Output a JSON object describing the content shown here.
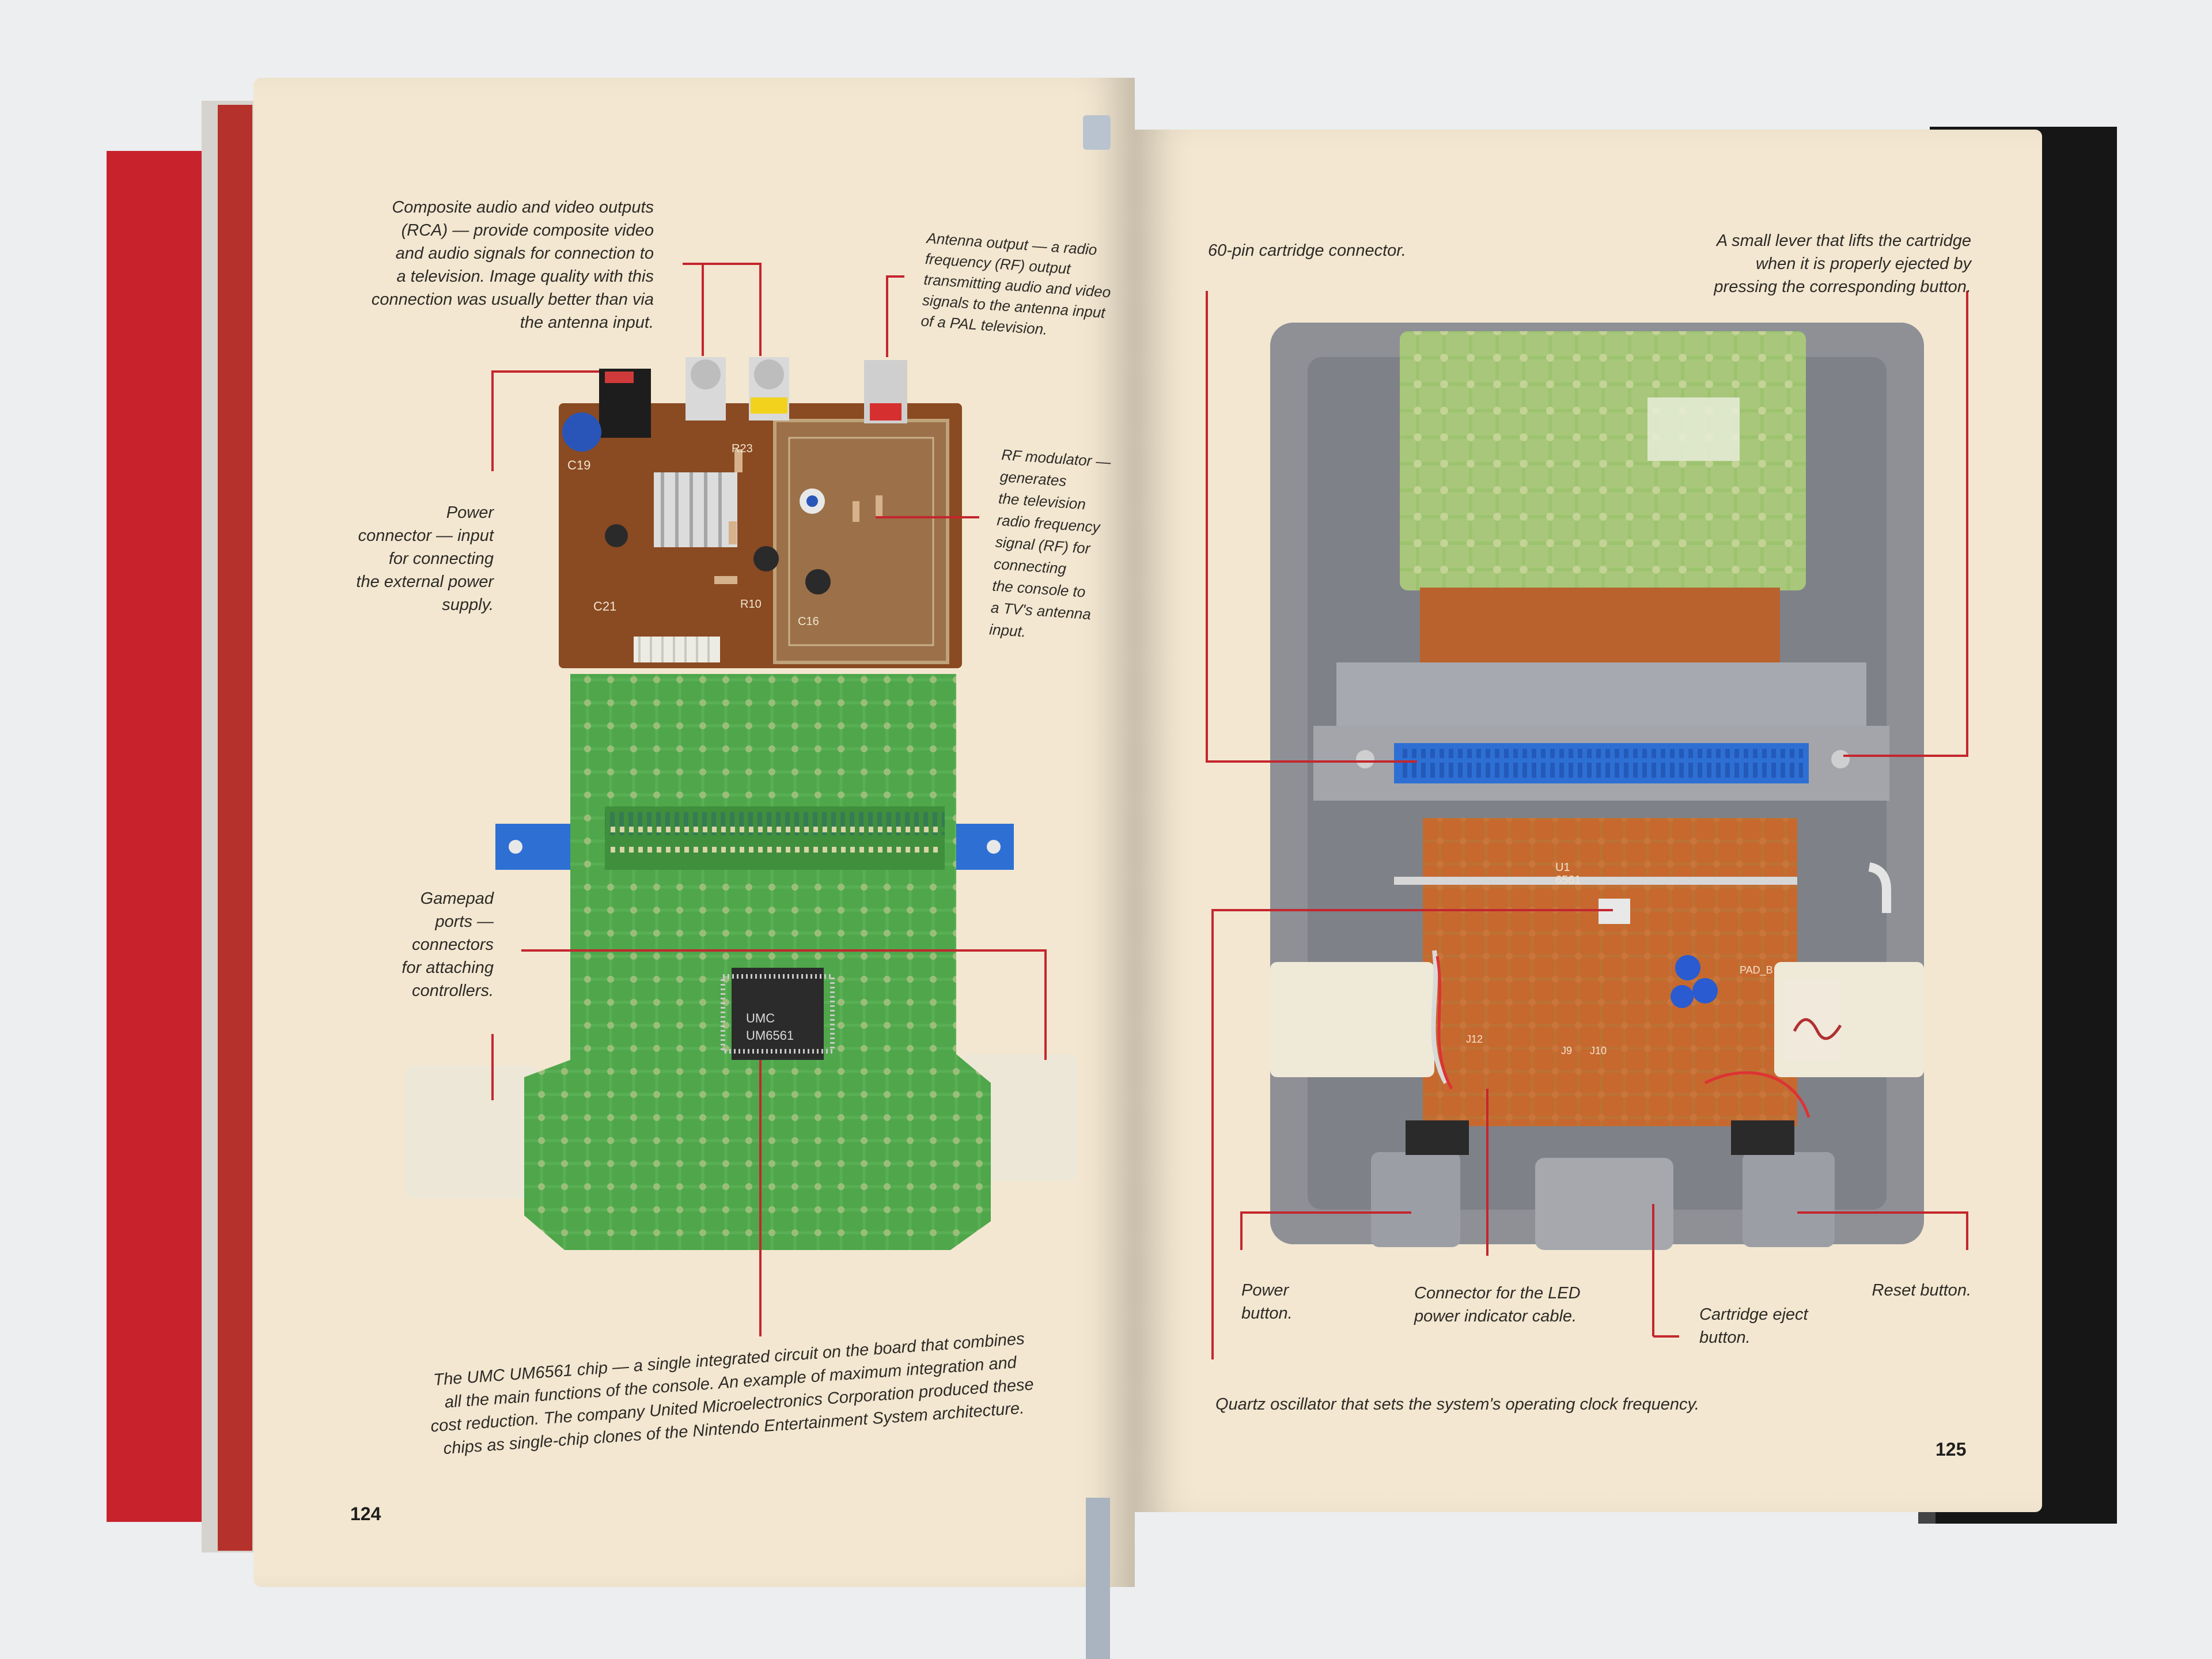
{
  "left_page": {
    "page_number": "124",
    "labels": {
      "composite": "Composite audio and video outputs\n(RCA) — provide composite video\nand audio signals for connection to\na television. Image quality with this\nconnection was usually better than via\nthe antenna input.",
      "antenna": "Antenna output — a radio\nfrequency (RF) output\ntransmitting audio and video\nsignals to the antenna input\nof a PAL television.",
      "rf_modulator": "RF modulator —\ngenerates\nthe television\nradio frequency\nsignal (RF) for\nconnecting\nthe console to\na TV's antenna\ninput.",
      "power_connector": "Power\nconnector — input\nfor connecting\nthe external power\nsupply.",
      "gamepad": "Gamepad\nports —\nconnectors\nfor attaching\ncontrollers.",
      "chip": "The UMC UM6561 chip — a single integrated circuit on the board that combines\nall the main functions of the console. An example of maximum integration and\ncost reduction. The company United Microelectronics Corporation produced these\nchips as single-chip clones of the Nintendo Entertainment System architecture."
    },
    "board_markings": [
      "C19",
      "C16",
      "C21",
      "R23",
      "R10",
      "UMC",
      "UM6561"
    ]
  },
  "right_page": {
    "page_number": "125",
    "labels": {
      "cartridge_connector": "60-pin cartridge connector.",
      "lever": "A small lever that lifts the cartridge\nwhen it is properly ejected by\npressing the corresponding button.",
      "power_button": "Power\nbutton.",
      "led_connector": "Connector for the LED\npower indicator cable.",
      "eject_button": "Cartridge eject\nbutton.",
      "reset_button": "Reset button.",
      "quartz": "Quartz oscillator that sets the system's operating clock frequency."
    },
    "board_markings": [
      "U1",
      "6561",
      "PAD_B",
      "J9",
      "J10",
      "J12"
    ]
  },
  "colors": {
    "page": "#f3e7d1",
    "callout_line": "#c4262e",
    "pcb_green": "#4fa64b",
    "pcb_brown": "#8a4a22",
    "console_grey": "#8e9096",
    "connector_blue": "#2e6fd3",
    "book_cover_red": "#c8232c"
  }
}
